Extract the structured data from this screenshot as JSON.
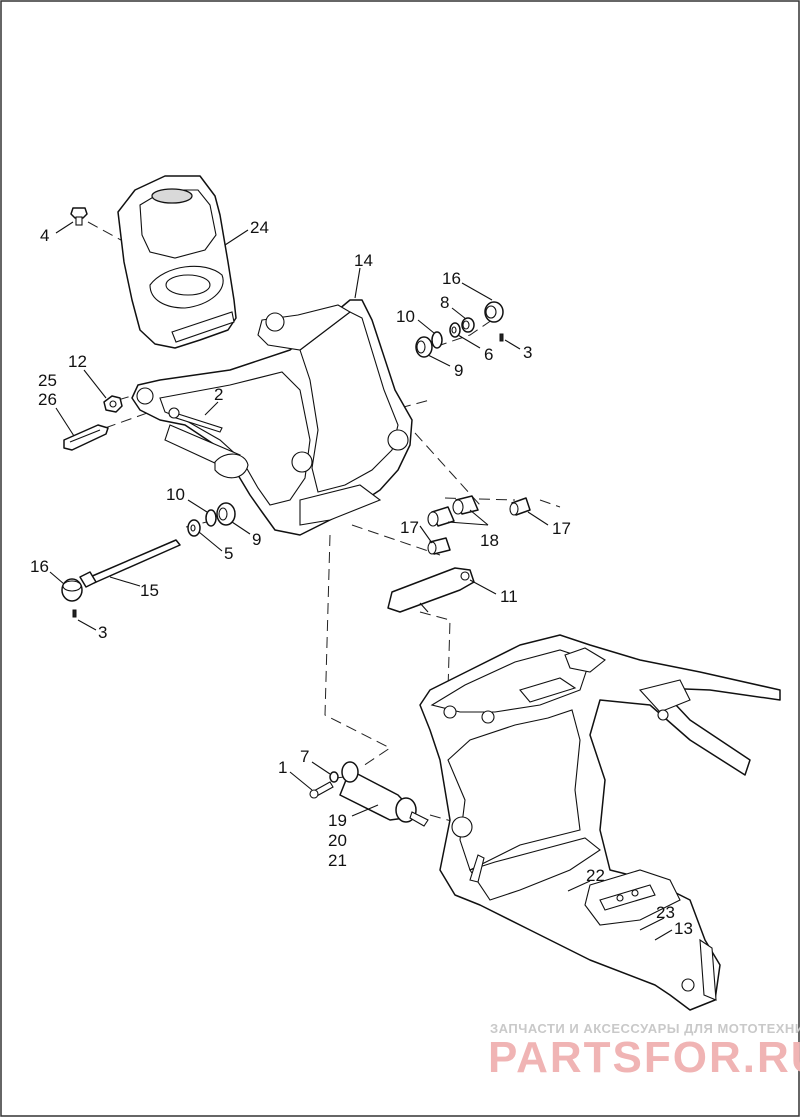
{
  "callouts": [
    {
      "id": "4",
      "label": "4"
    },
    {
      "id": "24",
      "label": "24"
    },
    {
      "id": "14",
      "label": "14"
    },
    {
      "id": "16a",
      "label": "16"
    },
    {
      "id": "8",
      "label": "8"
    },
    {
      "id": "10a",
      "label": "10"
    },
    {
      "id": "6",
      "label": "6"
    },
    {
      "id": "3a",
      "label": "3"
    },
    {
      "id": "9a",
      "label": "9"
    },
    {
      "id": "12",
      "label": "12"
    },
    {
      "id": "25",
      "label": "25"
    },
    {
      "id": "26",
      "label": "26"
    },
    {
      "id": "2",
      "label": "2"
    },
    {
      "id": "10b",
      "label": "10"
    },
    {
      "id": "9b",
      "label": "9"
    },
    {
      "id": "5",
      "label": "5"
    },
    {
      "id": "17a",
      "label": "17"
    },
    {
      "id": "18",
      "label": "18"
    },
    {
      "id": "17b",
      "label": "17"
    },
    {
      "id": "16b",
      "label": "16"
    },
    {
      "id": "15",
      "label": "15"
    },
    {
      "id": "3b",
      "label": "3"
    },
    {
      "id": "11",
      "label": "11"
    },
    {
      "id": "1",
      "label": "1"
    },
    {
      "id": "7",
      "label": "7"
    },
    {
      "id": "19",
      "label": "19"
    },
    {
      "id": "20",
      "label": "20"
    },
    {
      "id": "21",
      "label": "21"
    },
    {
      "id": "22",
      "label": "22"
    },
    {
      "id": "23",
      "label": "23"
    },
    {
      "id": "13",
      "label": "13"
    }
  ],
  "watermark": {
    "tagline": "ЗАПЧАСТИ И АКСЕССУАРЫ ДЛЯ МОТОТЕХНИКИ",
    "logo": "PARTSFOR.RU"
  }
}
